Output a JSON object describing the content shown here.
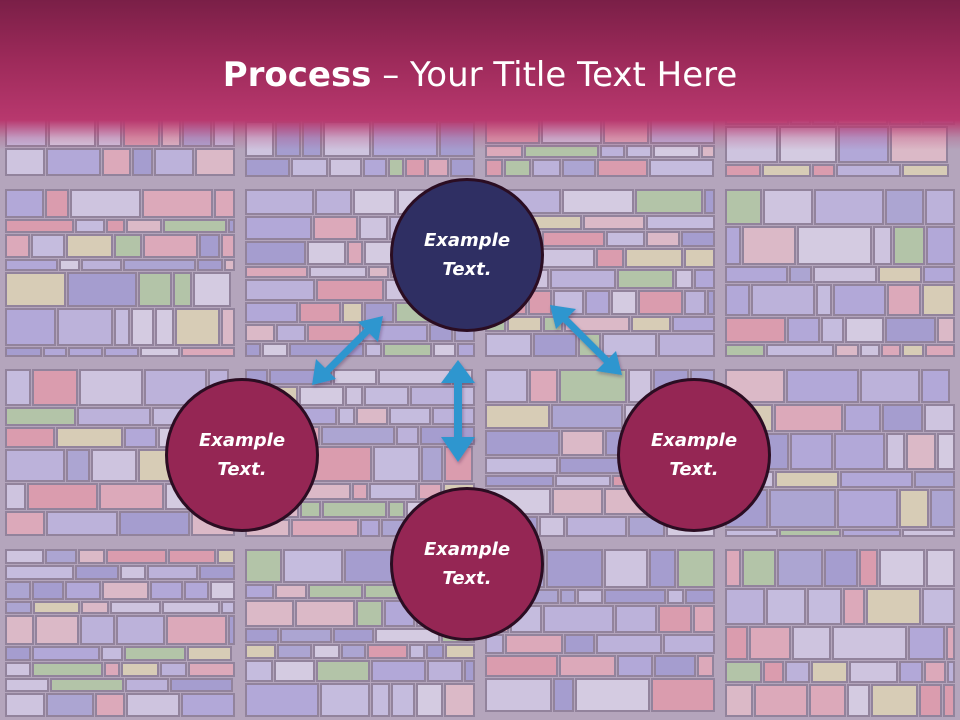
{
  "title": {
    "bold": "Process",
    "rest": " – Your Title Text Here"
  },
  "nodes": {
    "top": {
      "line1": "Example",
      "line2": "Text."
    },
    "left": {
      "line1": "Example",
      "line2": "Text."
    },
    "right": {
      "line1": "Example",
      "line2": "Text."
    },
    "bottom": {
      "line1": "Example",
      "line2": "Text."
    }
  },
  "colors": {
    "header": "#9d2a5a",
    "node_navy": "#2f2f63",
    "node_wine": "#952654",
    "arrow": "#2e96cf",
    "background_tint": "#a79ab5"
  }
}
